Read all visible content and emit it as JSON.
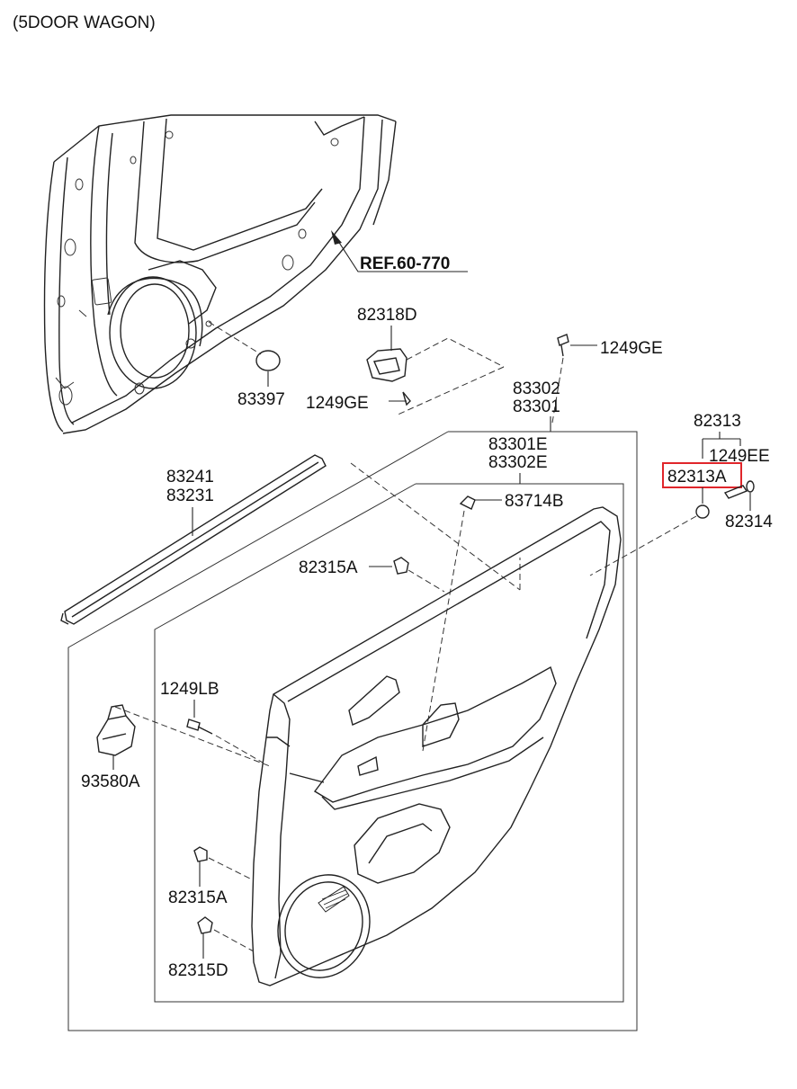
{
  "header": {
    "title": "(5DOOR WAGON)"
  },
  "reference": {
    "label": "REF.60-770"
  },
  "callouts": {
    "c82318D": "82318D",
    "c1249GE_a": "1249GE",
    "c1249GE_b": "1249GE",
    "c83397": "83397",
    "c83302": "83302",
    "c83301": "83301",
    "c83301E": "83301E",
    "c83302E": "83302E",
    "c83714B": "83714B",
    "c82313": "82313",
    "c1249EE": "1249EE",
    "c82313A": "82313A",
    "c82314": "82314",
    "c83241": "83241",
    "c83231": "83231",
    "c82315A_a": "82315A",
    "c82315A_b": "82315A",
    "c82315D": "82315D",
    "c1249LB": "1249LB",
    "c93580A": "93580A"
  },
  "highlight": {
    "part": "82313A",
    "color": "#e0262b"
  }
}
